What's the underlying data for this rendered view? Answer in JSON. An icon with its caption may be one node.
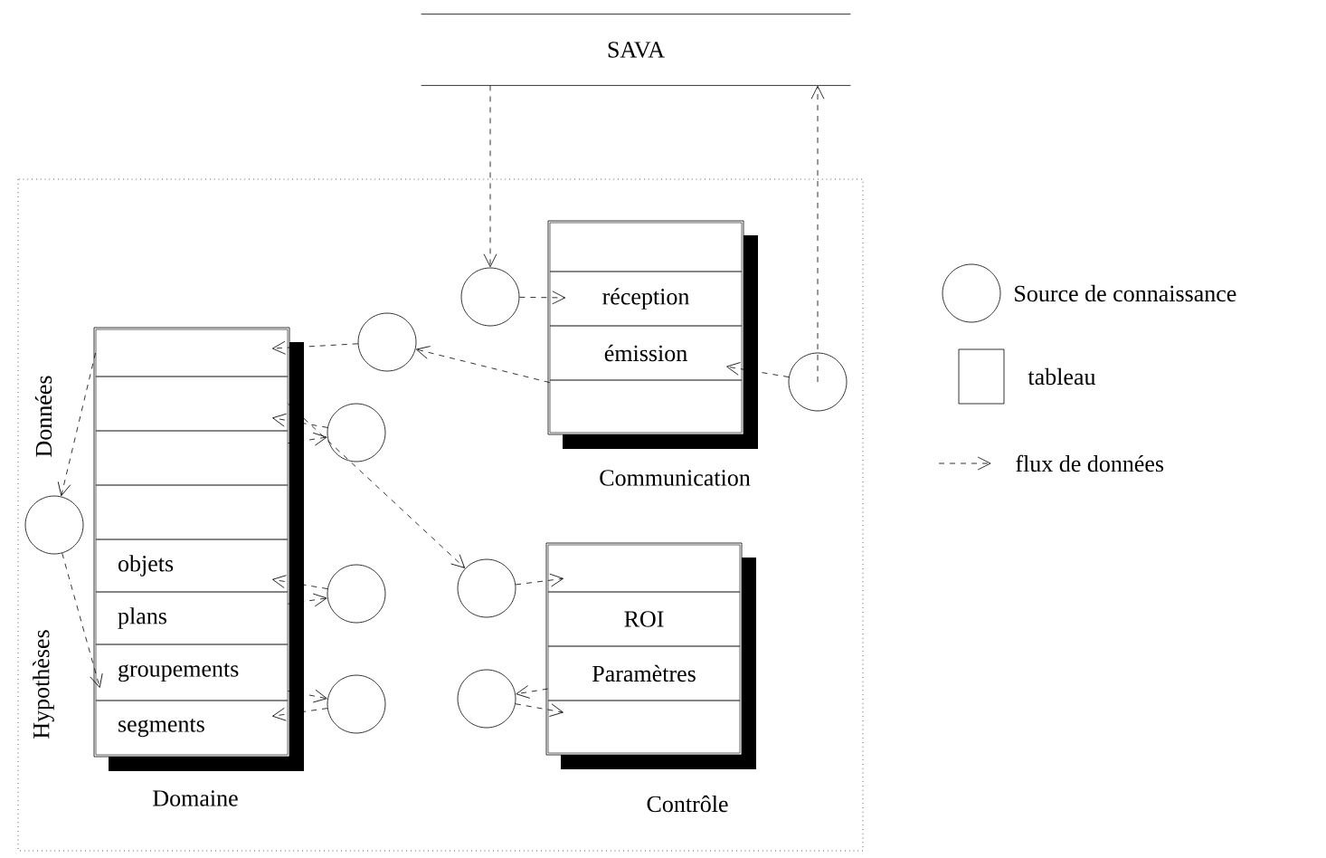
{
  "diagram": {
    "nodes": [
      {
        "text": [
          "SAVA"
        ]
      },
      {
        "text": [],
        "shape": "box",
        "beside": [
          "Domaine"
        ]
      },
      {
        "text": [],
        "shape": "box",
        "in": 1
      },
      {
        "text": [],
        "shape": "box",
        "in": 1
      },
      {
        "text": [],
        "shape": "box",
        "in": 1
      },
      {
        "text": [],
        "shape": "box",
        "in": 1
      },
      {
        "text": [
          "objets"
        ],
        "in": 1
      },
      {
        "text": [
          "plans"
        ],
        "in": 1
      },
      {
        "text": [
          "groupements"
        ],
        "in": 1
      },
      {
        "text": [
          "segments"
        ],
        "in": 1
      },
      {
        "text": [],
        "shape": "box",
        "beside": [
          "Communication"
        ]
      },
      {
        "text": [],
        "shape": "box",
        "in": 10
      },
      {
        "text": [
          "réception"
        ],
        "in": 10
      },
      {
        "text": [
          "émission"
        ],
        "in": 10
      },
      {
        "text": [],
        "shape": "box",
        "in": 10
      },
      {
        "text": [],
        "shape": "box",
        "beside": [
          "Contrôle"
        ]
      },
      {
        "text": [],
        "shape": "box",
        "in": 15
      },
      {
        "text": [
          "ROI"
        ],
        "in": 15
      },
      {
        "text": [
          "Paramètres"
        ],
        "in": 15
      },
      {
        "text": [],
        "shape": "box",
        "in": 15
      },
      {
        "text": [],
        "shape": "circle"
      },
      {
        "text": [],
        "shape": "circle"
      },
      {
        "text": [],
        "shape": "circle"
      },
      {
        "text": [],
        "shape": "circle"
      },
      {
        "text": [],
        "shape": "circle"
      },
      {
        "text": [],
        "shape": "circle"
      },
      {
        "text": [],
        "shape": "circle"
      },
      {
        "text": [],
        "shape": "circle"
      },
      {
        "text": [],
        "shape": "circle"
      }
    ],
    "edges": [
      {
        "from": 0,
        "to": 25,
        "arrow": "to",
        "style": "dashed"
      },
      {
        "from": 26,
        "to": 0,
        "arrow": "to",
        "style": "dashed"
      },
      {
        "from": 25,
        "to": 12,
        "arrow": "to",
        "style": "dashed"
      },
      {
        "from": 14,
        "to": 21,
        "arrow": "to",
        "style": "dashed"
      },
      {
        "from": 21,
        "to": 2,
        "arrow": "to",
        "style": "dashed"
      },
      {
        "from": 26,
        "to": 13,
        "arrow": "to",
        "style": "dashed"
      },
      {
        "from": 22,
        "to": 3,
        "arrow": "to",
        "style": "dashed"
      },
      {
        "from": 4,
        "to": 22,
        "arrow": "to",
        "style": "dashed"
      },
      {
        "from": 3,
        "to": 27,
        "arrow": "to",
        "style": "dashed"
      },
      {
        "from": 2,
        "to": 20,
        "arrow": "to",
        "style": "dashed"
      },
      {
        "from": 20,
        "to": 8,
        "arrow": "to",
        "style": "dashed"
      },
      {
        "from": 23,
        "to": 6,
        "arrow": "to",
        "style": "dashed"
      },
      {
        "from": 7,
        "to": 23,
        "arrow": "to",
        "style": "dashed"
      },
      {
        "from": 8,
        "to": 24,
        "arrow": "to",
        "style": "dashed"
      },
      {
        "from": 24,
        "to": 9,
        "arrow": "to",
        "style": "dashed"
      },
      {
        "from": 27,
        "to": 16,
        "arrow": "to",
        "style": "dashed"
      },
      {
        "from": 18,
        "to": 28,
        "arrow": "to",
        "style": "dashed"
      },
      {
        "from": 28,
        "to": 19,
        "arrow": "to",
        "style": "dashed"
      }
    ],
    "labels": [
      "Données",
      "Hypothèses"
    ],
    "legend": [
      {
        "text": "Source de connaissance"
      },
      {
        "text": "tableau"
      },
      {
        "text": "flux de données"
      }
    ]
  }
}
